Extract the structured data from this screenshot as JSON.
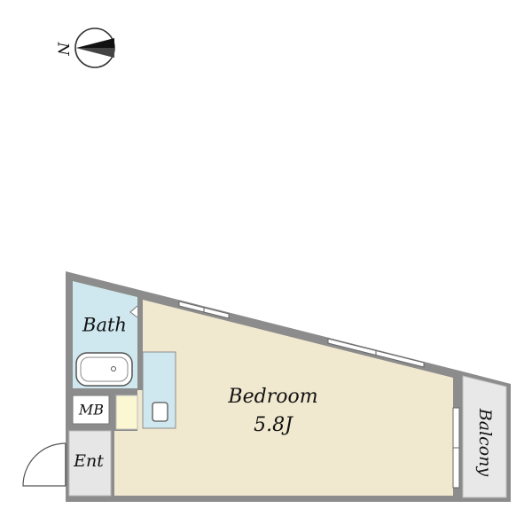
{
  "compass": {
    "north_label": "N",
    "icon": "north-arrow-icon"
  },
  "rooms": {
    "bath": {
      "label": "Bath"
    },
    "mb": {
      "label": "MB"
    },
    "entrance": {
      "label": "Ent"
    },
    "bedroom": {
      "label": "Bedroom",
      "size": "5.8J"
    },
    "balcony": {
      "label": "Balcony"
    }
  },
  "colors": {
    "wall": "#8c8c8c",
    "bedroom_floor": "#f1e9cf",
    "bath_floor": "#cfe8ef",
    "kitchen_floor": "#cfe8ef",
    "fridge_space": "#fbf7d2",
    "entrance_floor": "#e6e6e6",
    "balcony_floor": "#e8e8e8"
  }
}
